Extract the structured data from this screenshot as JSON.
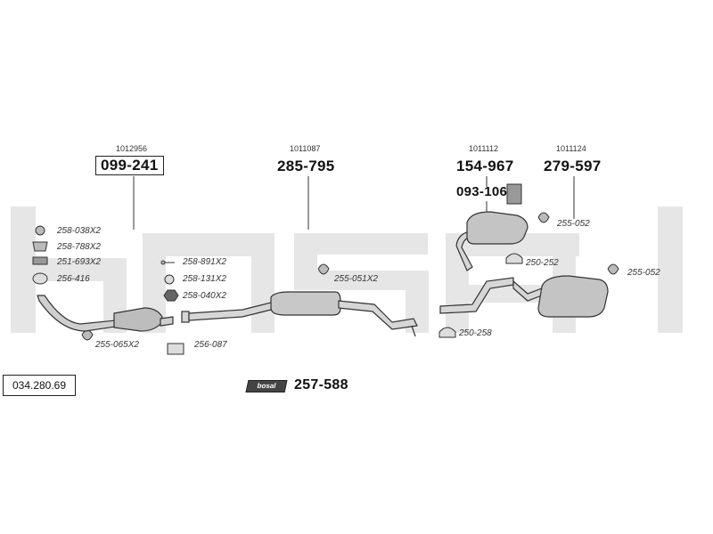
{
  "diagram": {
    "brand": "bosal",
    "catalog_number": "034.280.69",
    "main_part": "257-588",
    "groups": [
      {
        "ref": "1012956",
        "part": "099-241",
        "boxed": true
      },
      {
        "ref": "1011087",
        "part": "285-795",
        "boxed": false
      },
      {
        "ref": "1011112",
        "part": "154-967",
        "boxed": false
      },
      {
        "ref": "1011124",
        "part": "279-597",
        "boxed": false
      }
    ],
    "sub_part": "093-106",
    "fittings": [
      "258-038X2",
      "258-788X2",
      "251-693X2",
      "256-416",
      "258-891X2",
      "258-131X2",
      "258-040X2",
      "255-065X2",
      "256-087",
      "255-051X2",
      "250-258",
      "250-252",
      "255-052",
      "255-052"
    ]
  }
}
